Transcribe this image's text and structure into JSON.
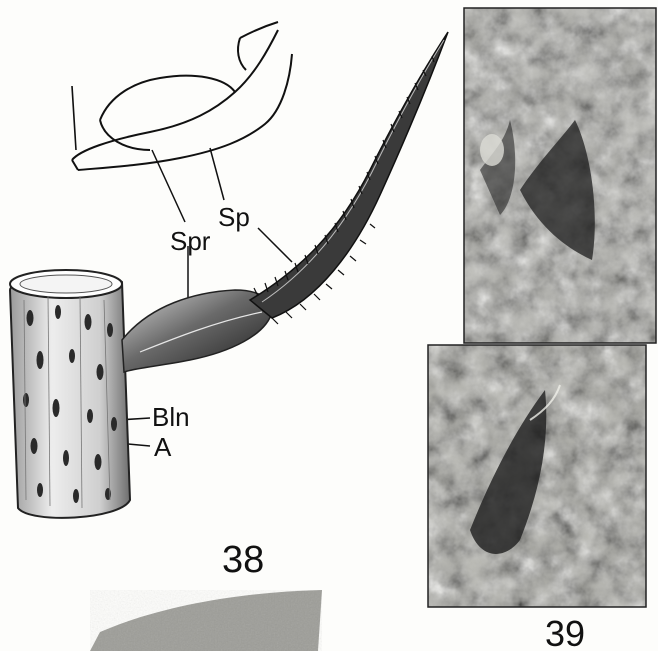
{
  "figures": {
    "fig38": {
      "number": "38",
      "labels": {
        "sp": "Sp",
        "spr": "Spr",
        "bln": "Bln",
        "a": "A"
      }
    },
    "fig39": {
      "number": "39"
    }
  },
  "colors": {
    "ink": "#111111",
    "paper": "#fdfdfb",
    "photo_light": "#b9b9b4",
    "photo_dark": "#1e1e1e"
  }
}
